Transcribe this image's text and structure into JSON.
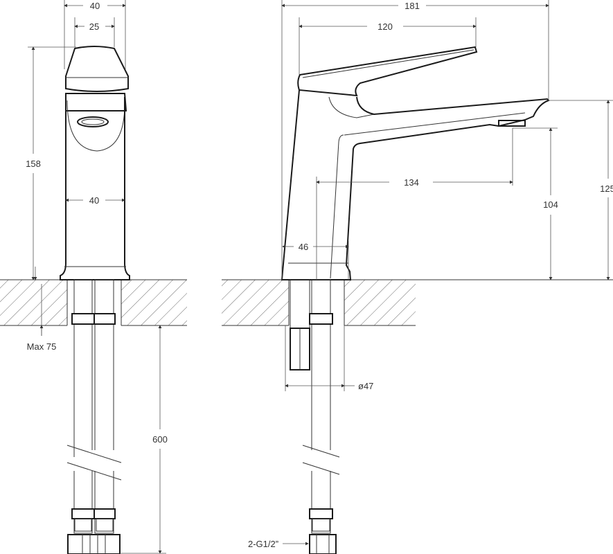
{
  "front_view": {
    "dims": {
      "overall_width": "40",
      "handle_width": "25",
      "height": "158",
      "body_width": "40",
      "max_deck_thickness": "Max 75",
      "hose_length": "600"
    }
  },
  "side_view": {
    "dims": {
      "overall_depth": "181",
      "handle_length": "120",
      "spout_reach": "134",
      "aerator_height": "104",
      "spout_height": "125",
      "base_depth": "46",
      "hole_diameter": "ø47",
      "connection": "2-G1/2”"
    }
  },
  "colors": {
    "line": "#1a1a1a",
    "dimension": "#555555"
  }
}
